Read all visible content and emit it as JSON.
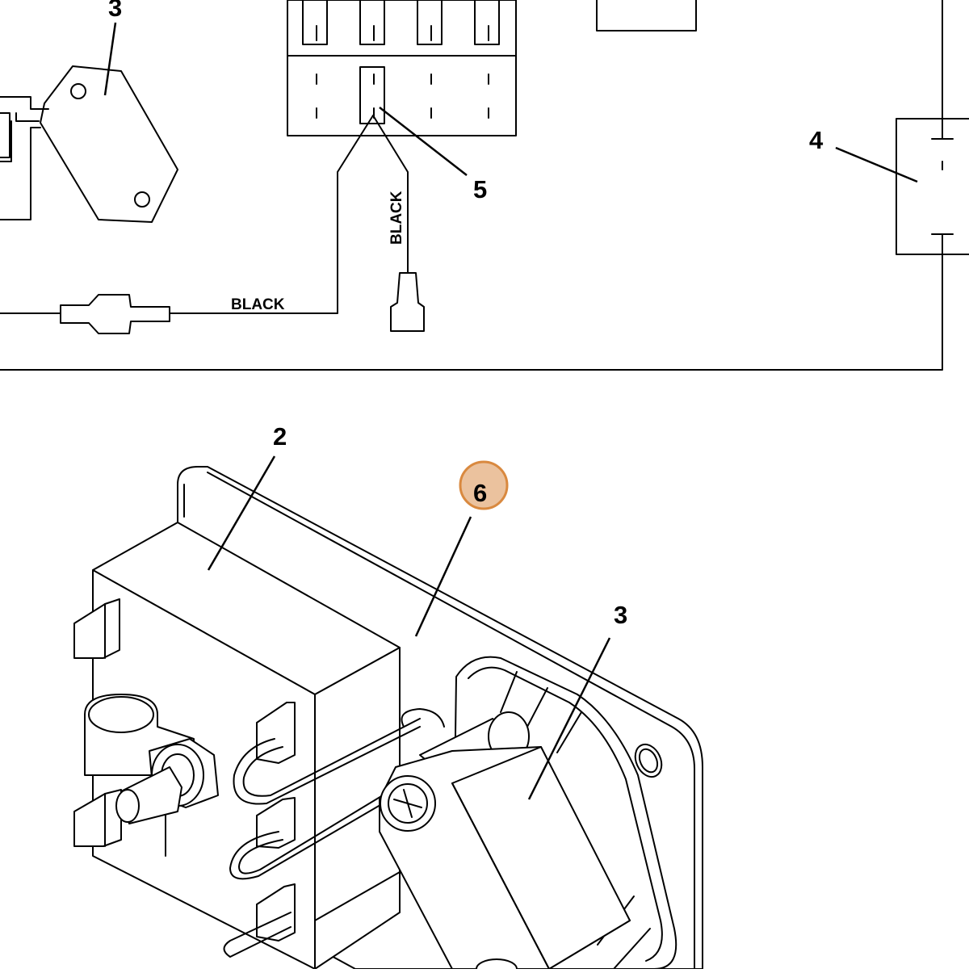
{
  "diagram": {
    "wire_labels": {
      "horizontal": "BLACK",
      "vertical": "BLACK"
    },
    "callouts": {
      "top_left_3": "3",
      "top_right_4": "4",
      "top_mid_5": "5",
      "bottom_2": "2",
      "bottom_6_highlighted": "6",
      "bottom_3": "3"
    },
    "highlight": {
      "callout": "6",
      "fill_color": "#ebc29e",
      "stroke_color": "#d9893f"
    }
  }
}
